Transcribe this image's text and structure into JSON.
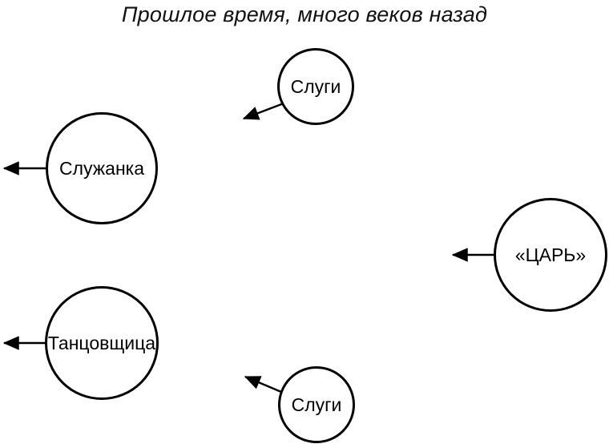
{
  "title": "Прошлое время, много веков назад",
  "diagram": {
    "nodes": [
      {
        "id": "slugi-top",
        "label": "Слуги"
      },
      {
        "id": "sluzhanka",
        "label": "Служанка"
      },
      {
        "id": "tsar",
        "label": "«ЦАРЬ»"
      },
      {
        "id": "tantsovshchitsa",
        "label": "Танцовщица"
      },
      {
        "id": "slugi-bottom",
        "label": "Слуги"
      }
    ],
    "arrows": [
      {
        "from": "slugi-top",
        "direction": "down-left"
      },
      {
        "from": "sluzhanka",
        "direction": "left"
      },
      {
        "from": "tsar",
        "direction": "left"
      },
      {
        "from": "tantsovshchitsa",
        "direction": "left"
      },
      {
        "from": "slugi-bottom",
        "direction": "up-left"
      }
    ],
    "colors": {
      "stroke": "#000000",
      "background": "#ffffff",
      "text": "#000000"
    }
  }
}
